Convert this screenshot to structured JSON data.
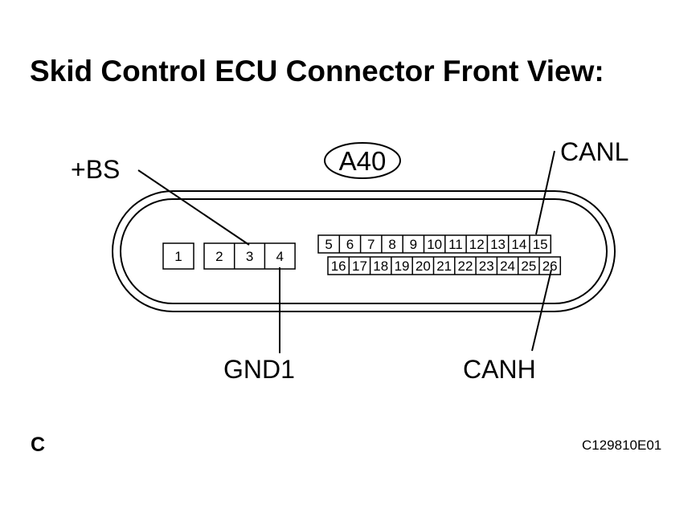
{
  "title": "Skid Control ECU Connector Front View:",
  "connector_id": "A40",
  "labels": {
    "bs": "+BS",
    "canl": "CANL",
    "gnd1": "GND1",
    "canh": "CANH"
  },
  "pins_left_group1": [
    "1"
  ],
  "pins_left_group2": [
    "2",
    "3",
    "4"
  ],
  "pins_top_row": [
    "5",
    "6",
    "7",
    "8",
    "9",
    "10",
    "11",
    "12",
    "13",
    "14",
    "15"
  ],
  "pins_bottom_row": [
    "16",
    "17",
    "18",
    "19",
    "20",
    "21",
    "22",
    "23",
    "24",
    "25",
    "26"
  ],
  "footer_left": "C",
  "footer_right": "C129810E01"
}
